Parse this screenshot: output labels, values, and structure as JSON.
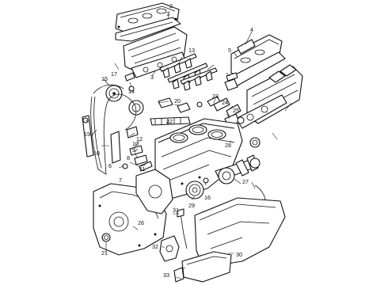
{
  "callouts": [
    {
      "label": "1",
      "part": "upper-valve-cover-left"
    },
    {
      "label": "2",
      "part": "valve-cover-gasket-left"
    },
    {
      "label": "3",
      "part": "cylinder-head-left"
    },
    {
      "label": "4",
      "part": "valve-cover-right"
    },
    {
      "label": "5",
      "part": "valve-cover-gasket-right"
    },
    {
      "label": "6",
      "part": "timing-chain-tensioner-guide"
    },
    {
      "label": "7",
      "part": "oil-pump-drive"
    },
    {
      "label": "8",
      "part": "oil-jet"
    },
    {
      "label": "9",
      "part": "tensioner-arm"
    },
    {
      "label": "10",
      "part": "chain-tensioner"
    },
    {
      "label": "11",
      "part": "tensioner-bolt"
    },
    {
      "label": "12",
      "part": "crank-sprocket"
    },
    {
      "label": "13",
      "part": "camshaft-left"
    },
    {
      "label": "14",
      "part": "camshaft-bolt"
    },
    {
      "label": "15",
      "part": "camshaft-sprocket"
    },
    {
      "label": "16",
      "part": "crank-pulley-bolt"
    },
    {
      "label": "17",
      "part": "timing-chain"
    },
    {
      "label": "18",
      "part": "timing-chain-guide"
    },
    {
      "label": "19",
      "part": "chain-slack-guide"
    },
    {
      "label": "20",
      "part": "valve-lifter"
    },
    {
      "label": "21",
      "part": "front-cover-seal"
    },
    {
      "label": "22",
      "part": "rocker-arms"
    },
    {
      "label": "23",
      "part": "valve-spring"
    },
    {
      "label": "24",
      "part": "valve-retainer"
    },
    {
      "label": "25",
      "part": "valve-seal"
    },
    {
      "label": "26",
      "part": "timing-cover"
    },
    {
      "label": "27",
      "part": "crankshaft"
    },
    {
      "label": "28",
      "part": "rear-main-seal"
    },
    {
      "label": "29",
      "part": "crankshaft-pulley"
    },
    {
      "label": "30",
      "part": "oil-pan-lower"
    },
    {
      "label": "31",
      "part": "dipstick"
    },
    {
      "label": "32",
      "part": "oil-pump-pickup"
    },
    {
      "label": "33",
      "part": "drain-plug"
    }
  ]
}
